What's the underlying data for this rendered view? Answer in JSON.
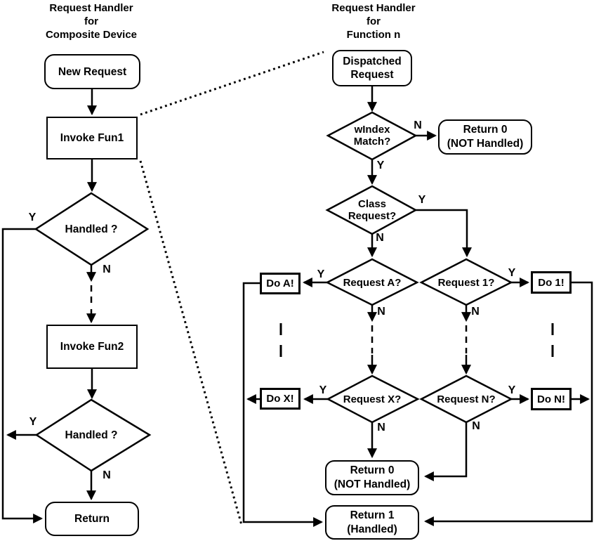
{
  "left": {
    "title": "Request Handler\nfor\nComposite Device",
    "new_request": "New Request",
    "invoke_fun1": "Invoke Fun1",
    "handled_1": "Handled ?",
    "invoke_fun2": "Invoke Fun2",
    "handled_2": "Handled ?",
    "return": "Return"
  },
  "right": {
    "title": "Request Handler\nfor\nFunction n",
    "dispatched_request": "Dispatched\nRequest",
    "windex_match": "wIndex\nMatch?",
    "return_0_top": "Return 0\n(NOT Handled)",
    "class_request": "Class\nRequest?",
    "request_a": "Request A?",
    "request_1": "Request 1?",
    "do_a": "Do A!",
    "do_1": "Do 1!",
    "request_x": "Request X?",
    "request_n": "Request N?",
    "do_x": "Do X!",
    "do_n": "Do N!",
    "return_0_bottom": "Return 0\n(NOT Handled)",
    "return_1": "Return 1\n(Handled)"
  },
  "labels": {
    "yes": "Y",
    "no": "N"
  },
  "colors": {
    "ink": "#000000",
    "background": "#ffffff"
  }
}
